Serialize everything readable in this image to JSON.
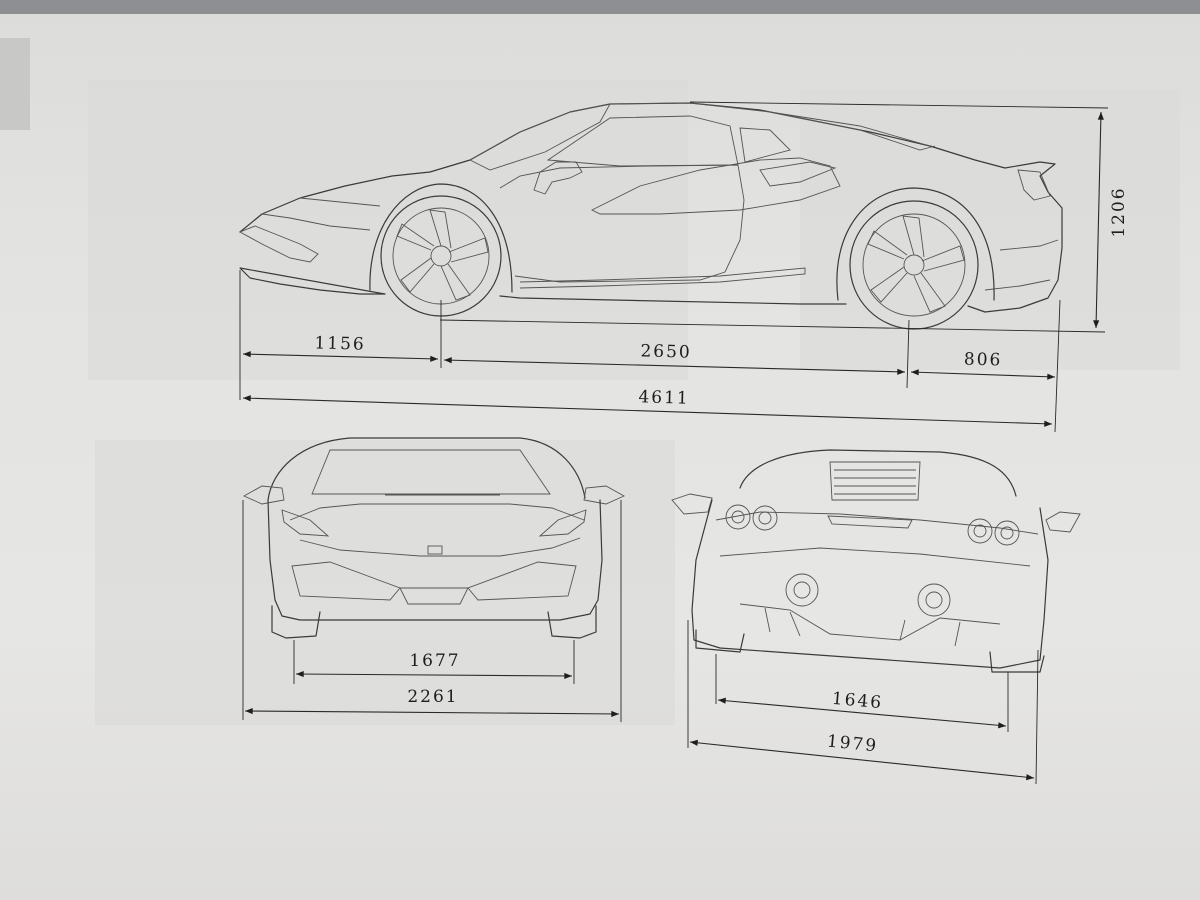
{
  "dimensions": {
    "front_overhang": "1156",
    "wheelbase": "2650",
    "rear_overhang": "806",
    "overall_length": "4611",
    "height": "1206",
    "front_track": "1677",
    "overall_width": "2261",
    "rear_track": "1646",
    "width": "1979"
  },
  "colors": {
    "paper": "#e4e4e2",
    "ink": "#2a2a2a"
  }
}
